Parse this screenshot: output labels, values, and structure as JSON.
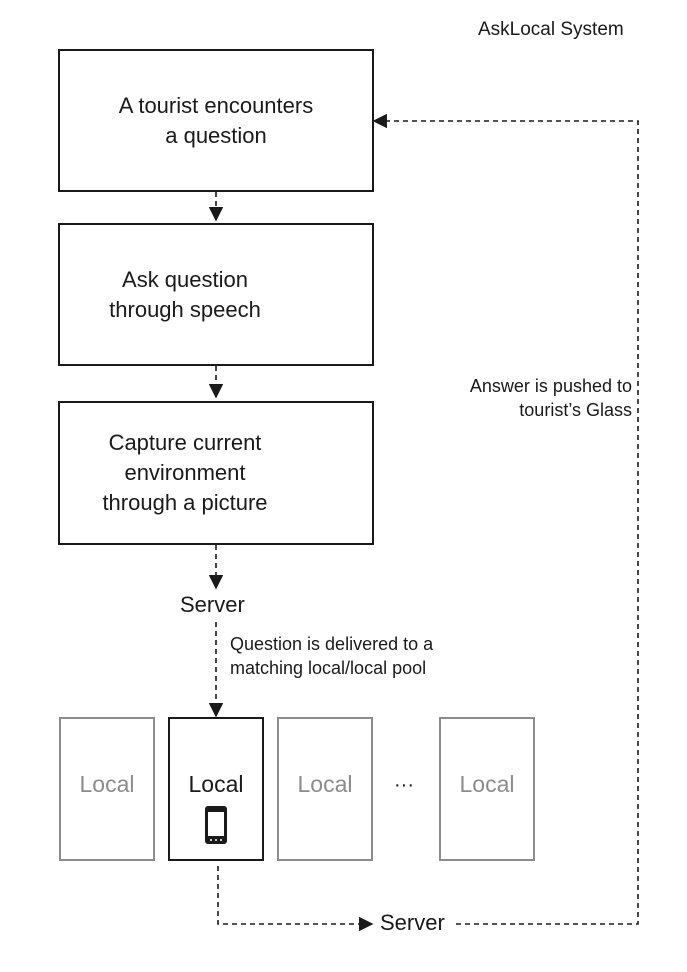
{
  "title": "AskLocal System",
  "steps": [
    {
      "line1": "A tourist encounters",
      "line2": "a question"
    },
    {
      "line1": "Ask question",
      "line2": "through speech"
    },
    {
      "line1": "Capture current",
      "line2": "environment",
      "line3": "through a picture"
    }
  ],
  "server_label": "Server",
  "delivery_label": {
    "line1": "Question is delivered to a",
    "line2": "matching local/local pool"
  },
  "answer_label": {
    "line1": "Answer is pushed to",
    "line2": "tourist’s Glass"
  },
  "locals": [
    "Local",
    "Local",
    "Local",
    "Local"
  ],
  "ellipsis": "···",
  "server_bottom_label": "Server",
  "icons": {
    "glass": "google-glass-icon",
    "phone": "smartphone-icon"
  }
}
